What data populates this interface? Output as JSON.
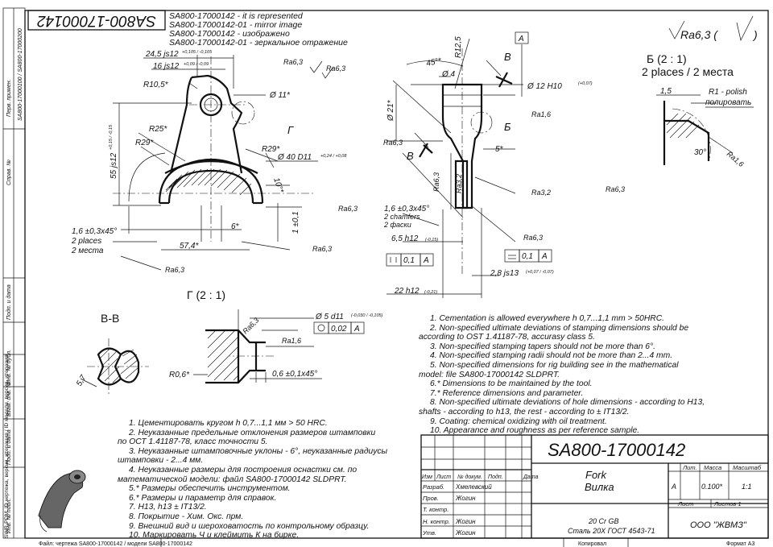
{
  "title_box": "SA800-17000142",
  "variants": [
    "SA800-17000142 - it is represented",
    "SA800-17000142-01 - mirror image",
    "SA800-17000142 - изображено",
    "SA800-17000142-01 - зеркальное отражение"
  ],
  "left_strip": {
    "perv_primen_label": "Перв. примен.",
    "perv_primen_value": "SA800-17000100 / SA800-17000200",
    "sprav_label": "Справ. №",
    "podp_data": "Подп. и дата",
    "inv_dubl": "Инв. № дубл.",
    "vzam_inv": "Взам. инв. №",
    "inv_podl": "Инв. № подл.",
    "swr_text": "SWR-PDM: ID чертежа, версия, итерация / ID модели, версия, итерация"
  },
  "roughness_general": "Ra6,3 (",
  "section_b_title": "Б (2 : 1)",
  "section_b_sub": "2 places / 2 места",
  "polish_en": "R1 - polish",
  "polish_ru": "полировать",
  "section_g_title": "Г (2 : 1)",
  "section_vv_title": "В-В",
  "dims": {
    "d245": "24,5 js12",
    "d245_tol": "+0,105 / -0,105",
    "d16": "16 js12",
    "d16_tol": "+0,09 / -0,09",
    "r105": "R10,5*",
    "d11": "Ø 11*",
    "r25": "R25*",
    "r29a": "R29*",
    "r29b": "R29*",
    "d55": "55 js12",
    "d55_tol": "+0,15 / -0,15",
    "d40": "Ø 40 D11",
    "d40_tol": "+0,24 / +0,08",
    "a10": "10°*",
    "d6": "6*",
    "d574": "57,4*",
    "d1": "1 ±0,1",
    "ch16_l1": "1,6 ±0,3x45°",
    "ch16_l2": "2 places",
    "ch16_l3": "2 места",
    "g_letter": "Г",
    "r125": "R12,5",
    "a45": "45°*",
    "d4": "Ø 4",
    "d12": "Ø 12 H10",
    "d12_tol": "(+0,07)",
    "d21": "Ø 21*",
    "b_letter": "Б",
    "v_letter1": "В",
    "v_letter2": "В",
    "d5": "5*",
    "ch16b_l1": "1,6 ±0,3x45°",
    "ch16b_l2": "2 chamfers",
    "ch16b_l3": "2 фаски",
    "d65": "6,5 h12",
    "d65_tol": "(-0,15)",
    "d28": "2,8 js13",
    "d28_tol": "(+0,07 / -0,07)",
    "d22": "22 h12",
    "d22_tol": "(-0,21)",
    "d5d11": "Ø 5 d11",
    "d5d11_tol": "(-0,030 / -0,105)",
    "d06": "0,6 ±0,1x45°",
    "r06": "R0,6*",
    "d57": "5,7",
    "datum_a": "A",
    "r30": "30°",
    "d15": "1,5"
  },
  "roughness": {
    "ra63": "Ra6,3",
    "ra16": "Ra1,6",
    "ra32": "Ra3,2"
  },
  "gdt": [
    {
      "value": "0,1",
      "datum": "A"
    },
    {
      "value": "0,1",
      "datum": "A"
    },
    {
      "value": "0,02",
      "datum": "A"
    }
  ],
  "notes_en": [
    "1. Cementation is allowed everywhere h 0,7...1,1 mm > 50HRC.",
    "2. Non-specified ultimate deviations of stamping dimensions should be",
    "according to OST 1.41187-78, accurasy class 5.",
    "3. Non-specified stamping tapers should not be more than 6°.",
    "4. Non-specified stamping radii should not be more than 2...4 mm.",
    "5. Non-specified dimensions for rig building see in the mathematical",
    "model: file SA800-17000142 SLDPRT.",
    "6.* Dimensions to be maintained by the tool.",
    "7.* Reference dimensions and parameter.",
    "8. Non-specified ultimate deviations of hole dimensions - according to H13,",
    "shafts - according to h13, the rest - according to ± IT13/2.",
    "9. Coating: chemical oxidizing with oil treatment.",
    "10. Appearance and roughness as per reference sample."
  ],
  "notes_ru": [
    "1. Цементировать кругом h 0,7...1,1 мм > 50 HRC.",
    "2. Неуказанные предельные отклонения размеров штамповки",
    "по ОСТ 1.41187-78, класс точности 5.",
    "3. Неуказанные штамповочные уклоны - 6°, неуказанные радиусы",
    "штамповки - 2...4 мм.",
    "4. Неуказанные размеры для построения оснастки см. по",
    "математической модели: файл SA800-17000142 SLDPRT.",
    "5.* Размеры обеспечить инструментом.",
    "6.* Размеры и параметр для справок.",
    "7. H13, h13 ± IT13/2.",
    "8. Покрытие - Хим. Окс. прм.",
    "9. Внешний вид и шероховатость по контрольному образцу.",
    "10. Маркировать Ч и клеймить К на бирке."
  ],
  "title_block": {
    "designation": "SA800-17000142",
    "name_en": "Fork",
    "name_ru": "Вилка",
    "material_l1": "20 Cr GB",
    "material_l2": "Сталь 20Х  ГОСТ 4543-71",
    "company": "ООО \"ЖВМЗ\"",
    "col_izm": "Изм",
    "col_list": "Лист",
    "col_doc": "№ докум.",
    "col_podp": "Подп.",
    "col_data": "Дата",
    "razrab_label": "Разраб.",
    "razrab_name": "Хмелевский",
    "prov_label": "Пров.",
    "prov_name": "Жогин",
    "tkontr_label": "Т. контр.",
    "nkontr_label": "Н. контр.",
    "nkontr_name": "Жогин",
    "utv_label": "Утв.",
    "utv_name": "Жогин",
    "lit_label": "Лит.",
    "massa_label": "Масса",
    "masshtab_label": "Масштаб",
    "lit_value": "А",
    "massa_value": "0.100*",
    "masshtab_value": "1:1",
    "list_label": "Лист",
    "listov_label": "Листов 1"
  },
  "footer": {
    "file_info": "Файл: чертежа SA800-17000142 / модели SA800-17000142",
    "kopiroval": "Копировал",
    "format": "Формат А3"
  }
}
